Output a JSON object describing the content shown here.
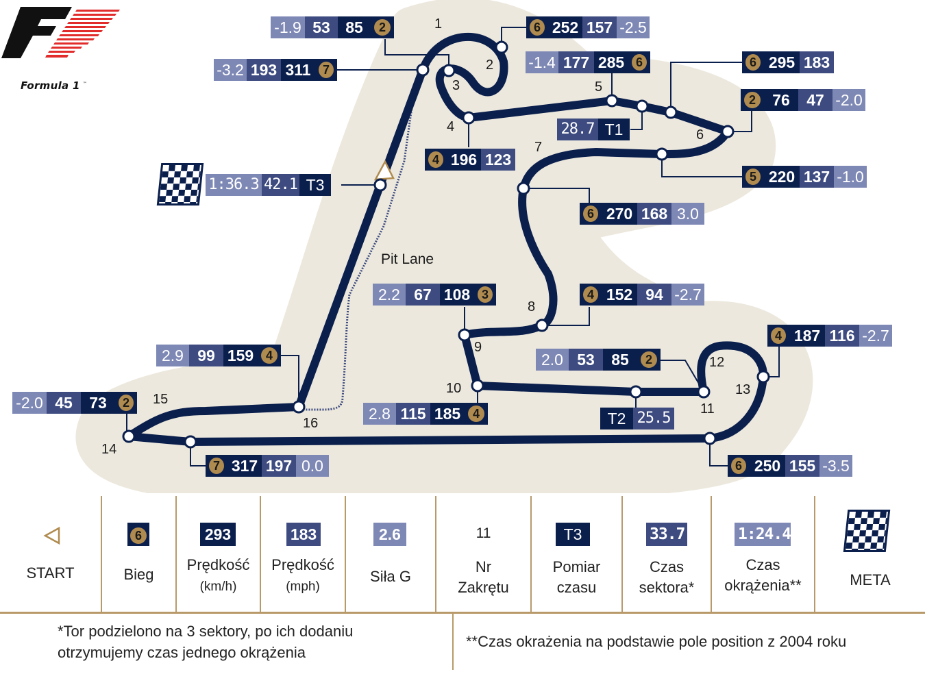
{
  "logo": {
    "text": "Formula 1",
    "tm": "™"
  },
  "map": {
    "pit_lane_label": "Pit Lane",
    "track_color": "#0b1f4d",
    "background_color": "#ece7dc",
    "turn_numbers": [
      "1",
      "2",
      "3",
      "4",
      "5",
      "6",
      "7",
      "8",
      "9",
      "10",
      "11",
      "12",
      "13",
      "14",
      "15",
      "16"
    ],
    "boxes": [
      {
        "id": "t1",
        "g": "-1.9",
        "mph": "53",
        "kmh": "85",
        "gear": "2"
      },
      {
        "id": "t1b",
        "g": "-3.2",
        "mph": "193",
        "kmh": "311",
        "gear": "7"
      },
      {
        "id": "t2",
        "gear": "6",
        "kmh": "252",
        "mph": "157",
        "g": "-2.5"
      },
      {
        "id": "t5",
        "g": "-1.4",
        "mph": "177",
        "kmh": "285",
        "gear": "6"
      },
      {
        "id": "t6a",
        "gear": "6",
        "kmh": "295",
        "mph": "183"
      },
      {
        "id": "t6",
        "gear": "2",
        "kmh": "76",
        "mph": "47",
        "g": "-2.0"
      },
      {
        "id": "t4",
        "gear": "4",
        "kmh": "196",
        "mph": "123"
      },
      {
        "id": "t7a",
        "gear": "5",
        "kmh": "220",
        "mph": "137",
        "g": "-1.0"
      },
      {
        "id": "t7",
        "gear": "6",
        "kmh": "270",
        "mph": "168",
        "g": "3.0"
      },
      {
        "id": "t9",
        "g": "2.2",
        "mph": "67",
        "kmh": "108",
        "gear": "3"
      },
      {
        "id": "t8",
        "gear": "4",
        "kmh": "152",
        "mph": "94",
        "g": "-2.7"
      },
      {
        "id": "t13",
        "gear": "4",
        "kmh": "187",
        "mph": "116",
        "g": "-2.7"
      },
      {
        "id": "t11",
        "g": "2.0",
        "mph": "53",
        "kmh": "85",
        "gear": "2"
      },
      {
        "id": "t16",
        "g": "2.9",
        "mph": "99",
        "kmh": "159",
        "gear": "4"
      },
      {
        "id": "t14",
        "g": "-2.0",
        "mph": "45",
        "kmh": "73",
        "gear": "2"
      },
      {
        "id": "t10",
        "g": "2.8",
        "mph": "115",
        "kmh": "185",
        "gear": "4"
      },
      {
        "id": "straight",
        "gear": "7",
        "kmh": "317",
        "mph": "197",
        "g": "0.0"
      },
      {
        "id": "t13b",
        "gear": "6",
        "kmh": "250",
        "mph": "155",
        "g": "-3.5"
      }
    ],
    "timing": {
      "t1": {
        "sector": "28.7",
        "label": "T1"
      },
      "t2": {
        "label": "T2",
        "sector": "25.5"
      },
      "t3": {
        "lap": "1:36.3",
        "sector": "42.1",
        "label": "T3"
      }
    }
  },
  "legend": {
    "start": {
      "label": "START"
    },
    "gear": {
      "value": "6",
      "label": "Bieg"
    },
    "speed_kmh": {
      "value": "293",
      "label": "Prędkość",
      "unit": "(km/h)"
    },
    "speed_mph": {
      "value": "183",
      "label": "Prędkość",
      "unit": "(mph)"
    },
    "g_force": {
      "value": "2.6",
      "label": "Siła G"
    },
    "turn_no": {
      "value": "11",
      "label1": "Nr",
      "label2": "Zakrętu"
    },
    "timing": {
      "value": "T3",
      "label1": "Pomiar",
      "label2": "czasu"
    },
    "sector_time": {
      "value": "33.7",
      "label1": "Czas",
      "label2": "sektora*"
    },
    "lap_time": {
      "value": "1:24.4",
      "label1": "Czas",
      "label2": "okrążenia**"
    },
    "finish": {
      "label": "META"
    }
  },
  "footer": {
    "note1_line1": "*Tor podzielono na 3 sektory, po ich dodaniu",
    "note1_line2": "otrzymujemy czas jednego okrążenia",
    "note2": "**Czas okrażenia na podstawie pole position z 2004 roku"
  }
}
